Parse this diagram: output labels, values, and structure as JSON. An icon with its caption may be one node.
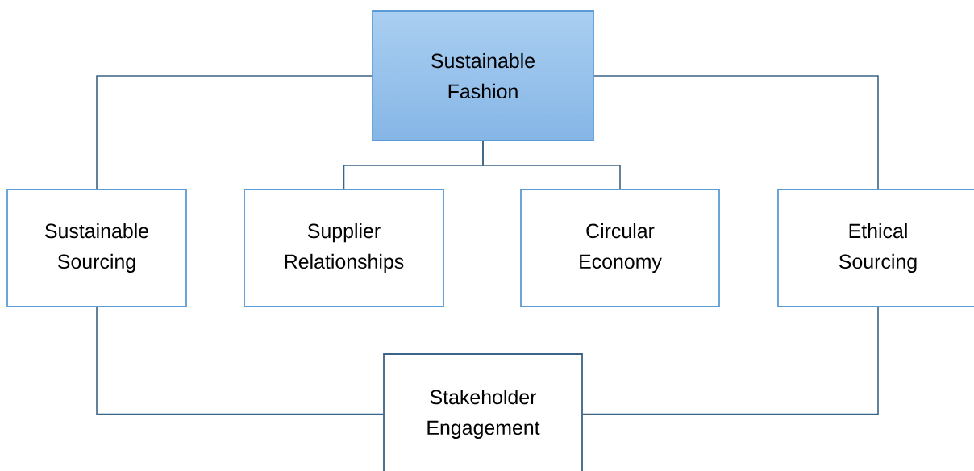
{
  "diagram": {
    "nodes": [
      {
        "text": [
          "Sustainable Fashion"
        ]
      },
      {
        "text": [
          "Sustainable Sourcing"
        ]
      },
      {
        "text": [
          "Supplier Relationships"
        ]
      },
      {
        "text": [
          "Circular Economy"
        ]
      },
      {
        "text": [
          "Ethical Sourcing"
        ]
      },
      {
        "text": [
          "Stakeholder Engagement"
        ]
      }
    ],
    "edges": [
      {
        "from": 0,
        "to": 1,
        "arrow": "none"
      },
      {
        "from": 0,
        "to": 2,
        "arrow": "none"
      },
      {
        "from": 0,
        "to": 3,
        "arrow": "none"
      },
      {
        "from": 0,
        "to": 4,
        "arrow": "none"
      },
      {
        "from": 1,
        "to": 5,
        "arrow": "none"
      },
      {
        "from": 4,
        "to": 5,
        "arrow": "none"
      }
    ]
  }
}
